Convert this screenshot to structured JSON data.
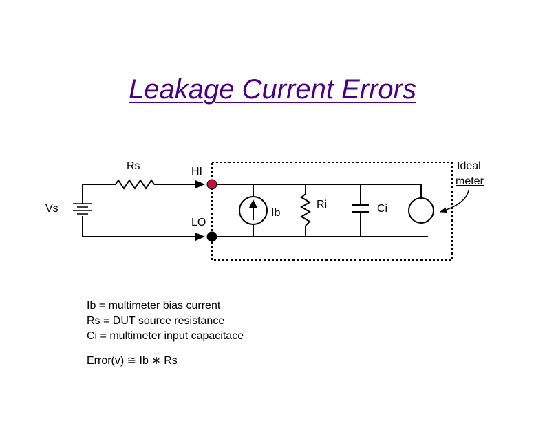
{
  "title": "Leakage Current Errors",
  "title_color": "#4b0082",
  "labels": {
    "rs": "Rs",
    "vs": "Vs",
    "hi": "HI",
    "lo": "LO",
    "ib": "Ib",
    "ri": "Ri",
    "ci": "Ci",
    "ideal": "Ideal",
    "meter": "meter"
  },
  "colors": {
    "hi_terminal": "#c0143c",
    "lo_terminal": "#000000",
    "wire": "#000000"
  },
  "legend": [
    "Ib = multimeter bias current",
    "Rs = DUT source resistance",
    "Ci = multimeter input capacitace"
  ],
  "formula": {
    "lhs": "Error(v)",
    "approx": "≅",
    "ib": "Ib",
    "times": "∗",
    "rs": "Rs"
  }
}
